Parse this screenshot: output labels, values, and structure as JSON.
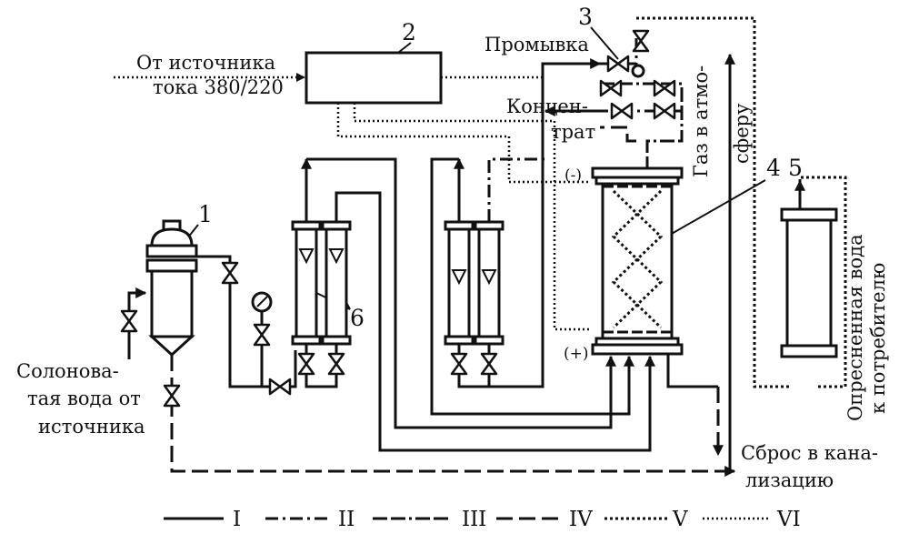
{
  "labels": {
    "source_power_line1": "От источника",
    "source_power_line2": "тока 380/220",
    "flush": "Промывка",
    "concentrate_line1": "Концен-",
    "concentrate_line2": "трат",
    "gas_line1": "Газ в атмо-",
    "gas_line2": "сферу",
    "brackish_line1": "Солонова-",
    "brackish_line2": "тая вода от",
    "brackish_line3": "источника",
    "drain_line1": "Сброс в кана-",
    "drain_line2": "лизацию",
    "fresh_line1": "Опресненная вода",
    "fresh_line2": "к потребителю",
    "pol_minus": "(-)",
    "pol_plus": "(+)"
  },
  "numbers": {
    "n1": "1",
    "n2": "2",
    "n3": "3",
    "n4": "4",
    "n5": "5",
    "n6": "6"
  },
  "legend": [
    {
      "label": "I",
      "style": "solid"
    },
    {
      "label": "II",
      "style": "dash-dot"
    },
    {
      "label": "III",
      "style": "dash-dash-dot"
    },
    {
      "label": "IV",
      "style": "long-dash"
    },
    {
      "label": "V",
      "style": "short-dash"
    },
    {
      "label": "VI",
      "style": "dotted"
    }
  ]
}
